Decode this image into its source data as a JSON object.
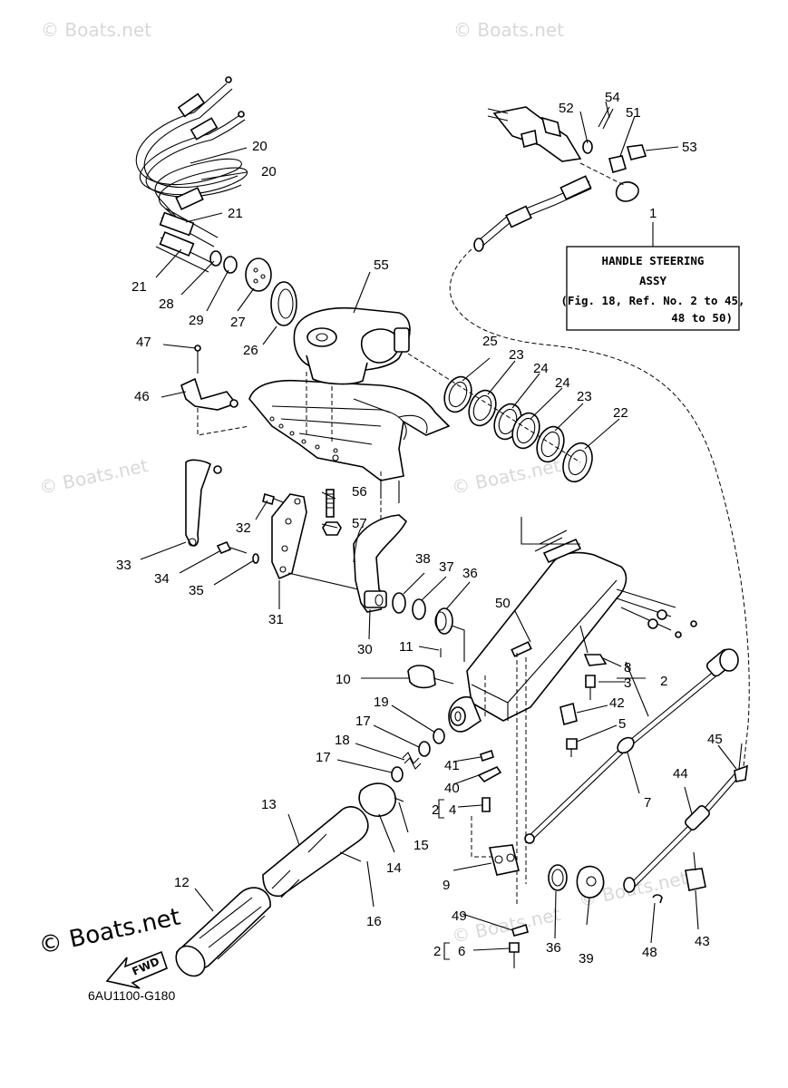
{
  "watermarks": [
    "© Boats.net",
    "© Boats.net",
    "© Boats.net",
    "© Boats.net",
    "© Boats.net",
    "© Boats.net"
  ],
  "brand": "© Boats.net",
  "diagram_code": "6AU1100-G180",
  "fwd_label": "FWD",
  "callout": {
    "line1": "HANDLE STEERING",
    "line2": "ASSY",
    "line3": "(Fig. 18, Ref. No. 2 to 45,",
    "line4": "48 to 50)"
  },
  "parts": {
    "p1": "1",
    "p2a": "2",
    "p2b": "2",
    "p2c": "2",
    "p3": "3",
    "p4": "4",
    "p5": "5",
    "p6": "6",
    "p7": "7",
    "p8": "8",
    "p9": "9",
    "p10": "10",
    "p11": "11",
    "p12": "12",
    "p13": "13",
    "p14": "14",
    "p15": "15",
    "p16": "16",
    "p17a": "17",
    "p17b": "17",
    "p18": "18",
    "p19": "19",
    "p20a": "20",
    "p20b": "20",
    "p21a": "21",
    "p21b": "21",
    "p22": "22",
    "p23a": "23",
    "p23b": "23",
    "p24a": "24",
    "p24b": "24",
    "p25": "25",
    "p26": "26",
    "p27": "27",
    "p28": "28",
    "p29": "29",
    "p30": "30",
    "p31": "31",
    "p32": "32",
    "p33": "33",
    "p34": "34",
    "p35": "35",
    "p36a": "36",
    "p36b": "36",
    "p37": "37",
    "p38": "38",
    "p39": "39",
    "p40": "40",
    "p41": "41",
    "p42": "42",
    "p43": "43",
    "p44": "44",
    "p45": "45",
    "p46": "46",
    "p47": "47",
    "p48": "48",
    "p49": "49",
    "p50": "50",
    "p51": "51",
    "p52": "52",
    "p53": "53",
    "p54": "54",
    "p55": "55",
    "p56": "56",
    "p57": "57"
  }
}
